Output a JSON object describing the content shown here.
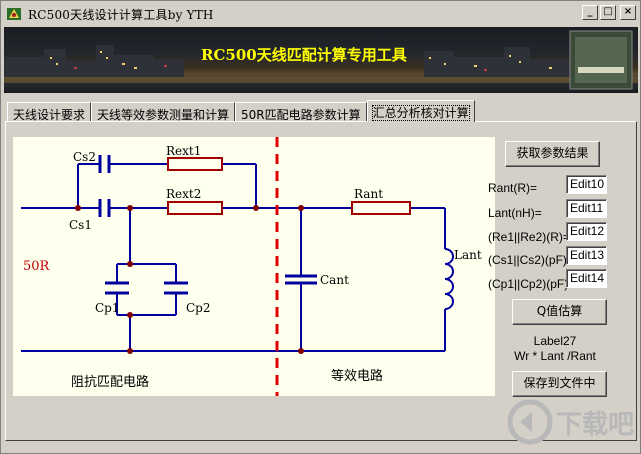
{
  "window": {
    "title": "RC500天线设计计算工具by YTH"
  },
  "title_buttons": [
    "_",
    "□",
    "×"
  ],
  "banner": {
    "title": "RC500天线匹配计算专用工具"
  },
  "tabs": [
    {
      "label": "天线设计要求"
    },
    {
      "label": "天线等效参数测量和计算"
    },
    {
      "label": "50R匹配电路参数计算"
    },
    {
      "label": "汇总分析核对计算"
    }
  ],
  "circuit": {
    "labels": {
      "cs2": "Cs2",
      "cs1": "Cs1",
      "rext1": "Rext1",
      "rext2": "Rext2",
      "cp1": "Cp1",
      "cp2": "Cp2",
      "r50": "50R",
      "rant": "Rant",
      "cant": "Cant",
      "lant": "Lant",
      "left_caption": "阻抗匹配电路",
      "right_caption": "等效电路"
    },
    "colors": {
      "wire": "#0000a0",
      "component": "#a00000",
      "divider": "#e00000",
      "node": "#800000",
      "r50": "#c00000"
    }
  },
  "controls": {
    "fetch_button": "获取参数结果",
    "fields": [
      {
        "label": "Rant(R)=",
        "value": "Edit10"
      },
      {
        "label": "Lant(nH)=",
        "value": "Edit11"
      },
      {
        "label": "(Re1||Re2)(R)=",
        "value": "Edit12"
      },
      {
        "label": "(Cs1||Cs2)(pF)=",
        "value": "Edit13"
      },
      {
        "label": "(Cp1||Cp2)(pF)=",
        "value": "Edit14"
      }
    ],
    "q_button": "Q值估算",
    "result_label": "Label27",
    "formula": "Wr * Lant /Rant",
    "save_button": "保存到文件中"
  },
  "watermark": {
    "text": "下载吧"
  }
}
